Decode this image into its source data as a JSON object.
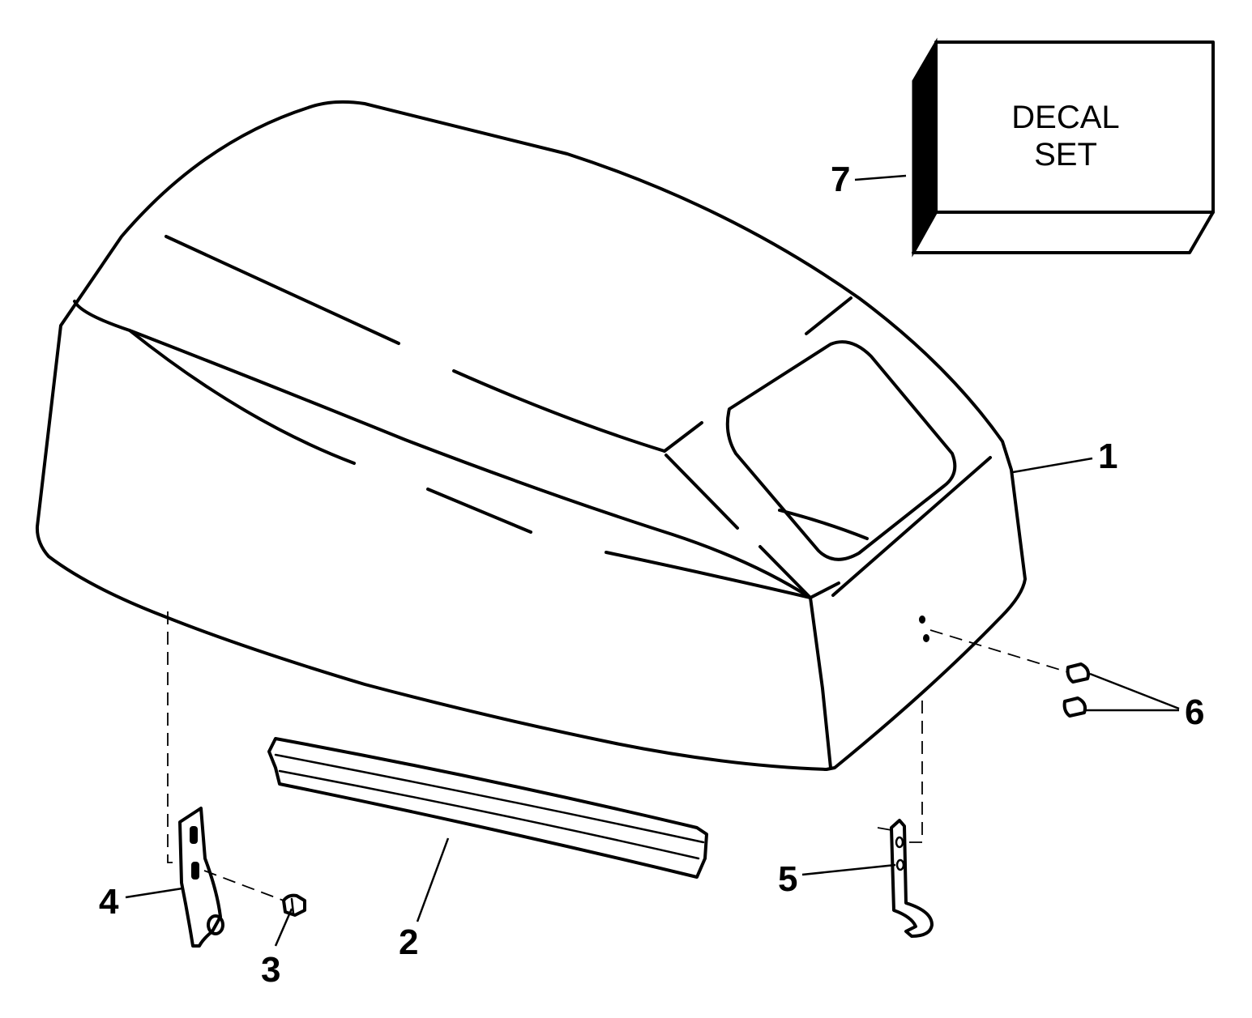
{
  "callouts": [
    {
      "id": "1",
      "label": "1",
      "part": "engine-cover"
    },
    {
      "id": "2",
      "label": "2",
      "part": "seal-strip"
    },
    {
      "id": "3",
      "label": "3",
      "part": "screw"
    },
    {
      "id": "4",
      "label": "4",
      "part": "left-bracket"
    },
    {
      "id": "5",
      "label": "5",
      "part": "right-bracket"
    },
    {
      "id": "6",
      "label": "6",
      "part": "rivets"
    },
    {
      "id": "7",
      "label": "7",
      "part": "decal-set-box"
    }
  ],
  "decal": {
    "line1": "DECAL",
    "line2": "SET"
  }
}
